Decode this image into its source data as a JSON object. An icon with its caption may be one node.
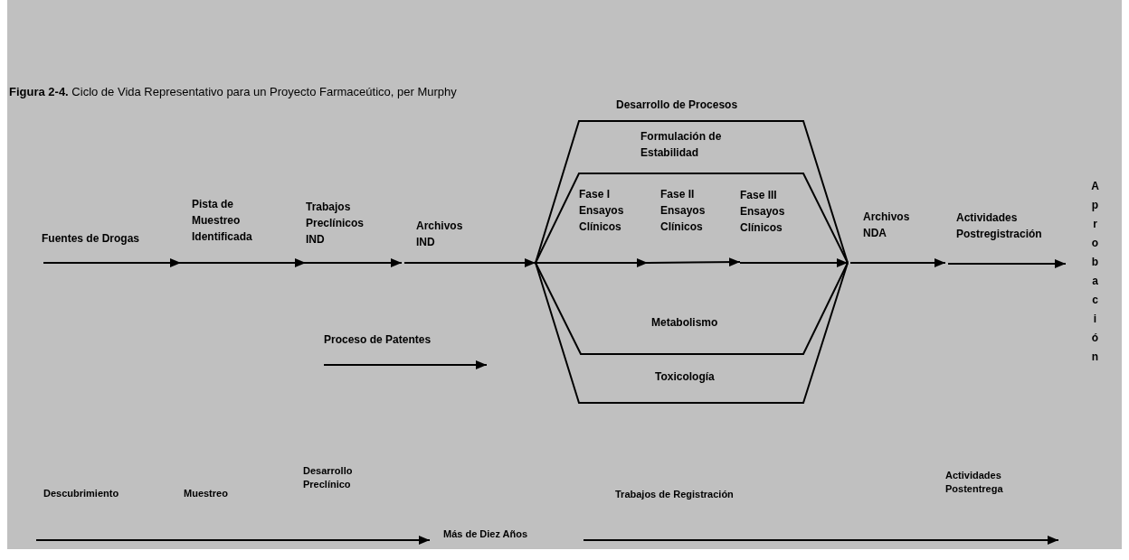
{
  "diagram": {
    "title": "**Figura 2-4.** Ciclo de Vida Representativo para un Proyecto Farmaceútico, per Murphy",
    "labels": [
      "Desarrollo de Procesos",
      "Formulación de Estabilidad",
      "Fuentes de Drogas",
      "Pista de Muestreo Identificada",
      "Trabajos Preclínicos IND",
      "Archivos IND",
      "Fase I Ensayos Clínicos",
      "Fase II Ensayos Clínicos",
      "Fase III Ensayos Clínicos",
      "Archivos NDA",
      "Actividades Postregistración",
      "Aprobación",
      "Metabolismo",
      "Proceso de Patentes",
      "Toxicología",
      "Descubrimiento",
      "Muestreo",
      "Desarrollo Preclínico",
      "Trabajos de Registración",
      "Actividades Postentrega",
      "Más de Diez Años"
    ]
  }
}
